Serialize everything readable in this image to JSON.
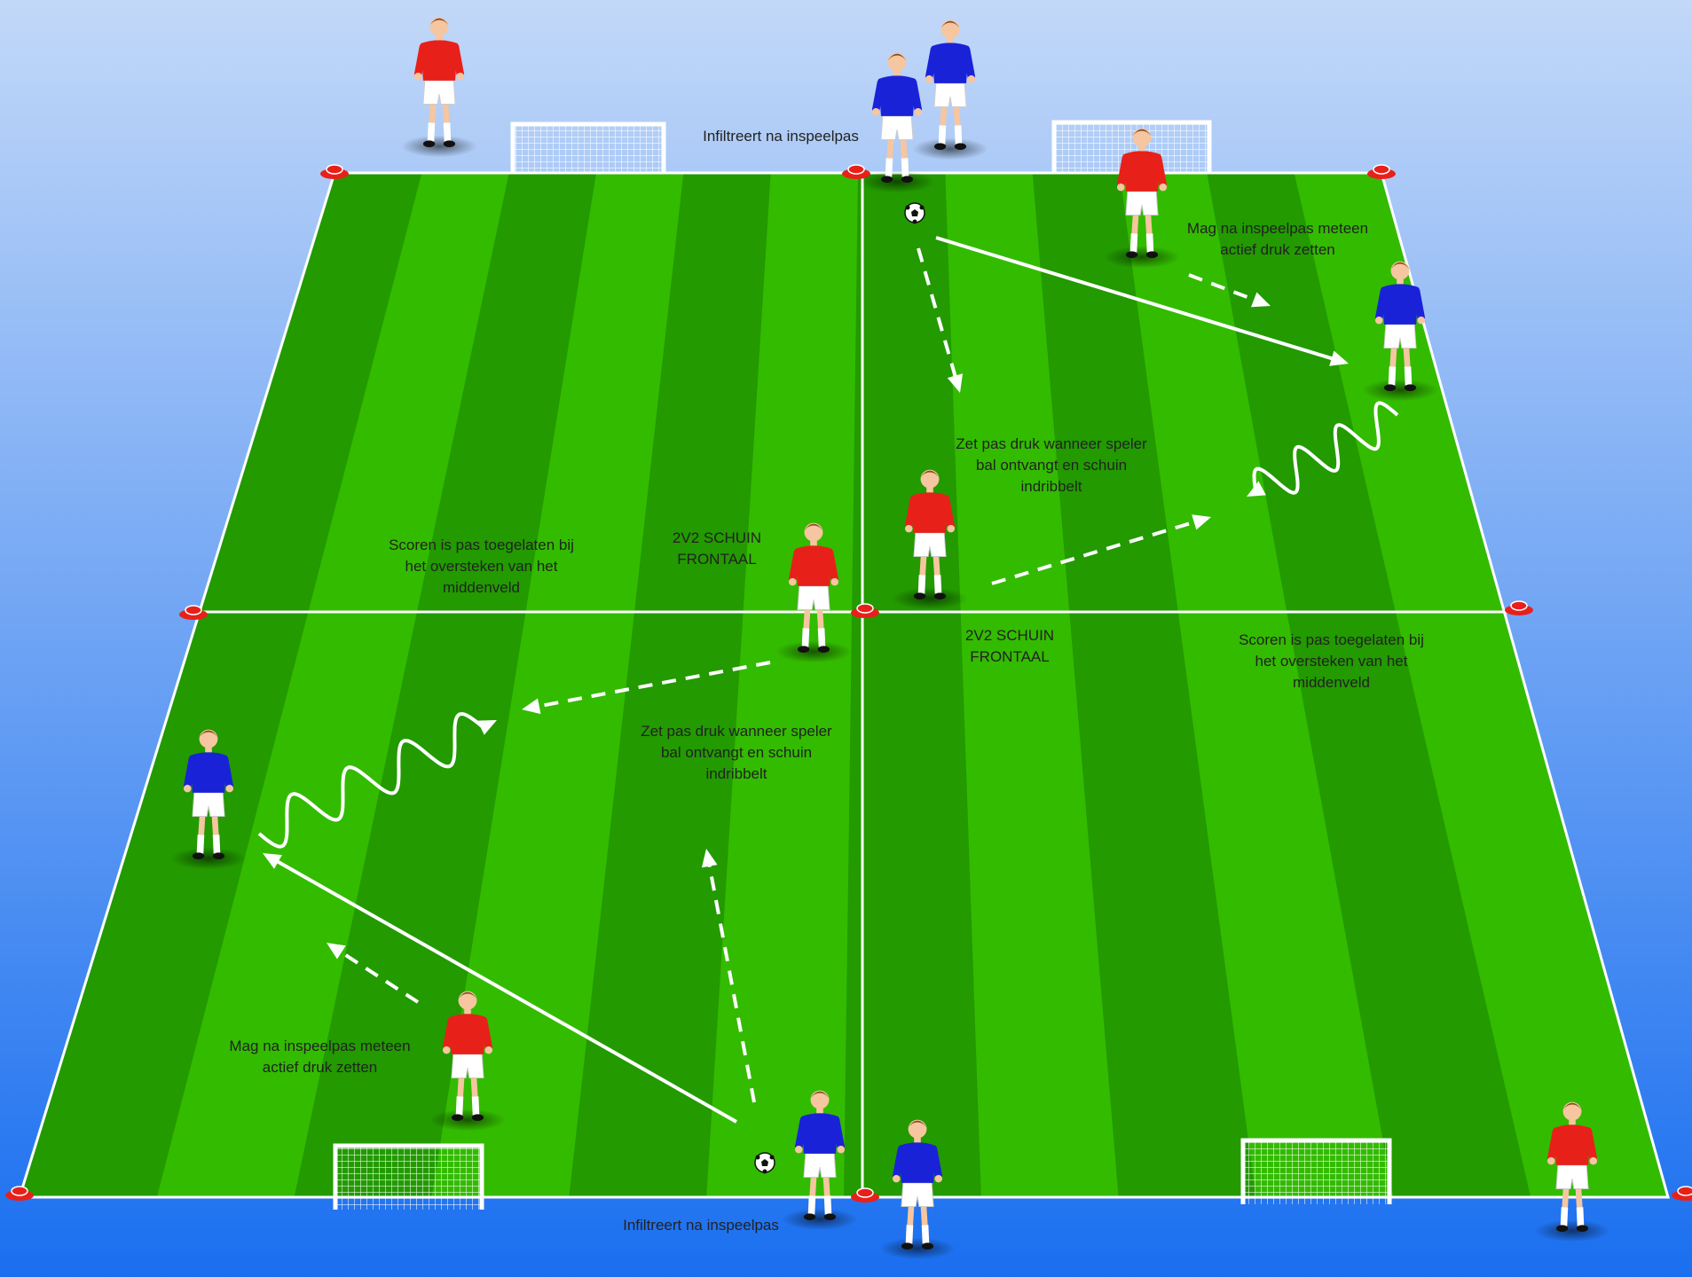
{
  "colors": {
    "sky_top": "#c2d8f8",
    "sky_bottom": "#1a6ff0",
    "grass_light": "#33bb00",
    "grass_dark": "#229a00",
    "line": "#ffffff",
    "team_red": "#e8201a",
    "team_blue": "#1a22d8",
    "cone": "#e8201a"
  },
  "players": [
    {
      "id": "p1",
      "team": "red"
    },
    {
      "id": "p2",
      "team": "blue"
    },
    {
      "id": "p3",
      "team": "blue"
    },
    {
      "id": "p4",
      "team": "red"
    },
    {
      "id": "p5",
      "team": "blue"
    },
    {
      "id": "p6",
      "team": "red"
    },
    {
      "id": "p7",
      "team": "red"
    },
    {
      "id": "p8",
      "team": "blue"
    },
    {
      "id": "p9",
      "team": "red"
    },
    {
      "id": "p10",
      "team": "blue"
    },
    {
      "id": "p11",
      "team": "blue"
    },
    {
      "id": "p12",
      "team": "red"
    }
  ],
  "labels": {
    "top_infiltrate": "Infiltreert na inspeelpas",
    "tr_pressure": "Mag na inspeelpas meteen\nactief druk zetten",
    "tr_press_info": "Zet pas druk wanneer speler\nbal ontvangt en schuin\nindribbelt",
    "tl_scoring": "Scoren is pas toegelaten bij\nhet oversteken van het\nmiddenveld",
    "tl_2v2": "2V2 SCHUIN\nFRONTAAL",
    "br_2v2": "2V2 SCHUIN\nFRONTAAL",
    "br_scoring": "Scoren is pas toegelaten bij\nhet oversteken van het\nmiddenveld",
    "bl_press_info": "Zet pas druk wanneer speler\nbal ontvangt en schuin\nindribbelt",
    "bl_pressure": "Mag na inspeelpas meteen\nactief druk zetten",
    "bottom_infiltrate": "Infiltreert na inspeelpas"
  }
}
